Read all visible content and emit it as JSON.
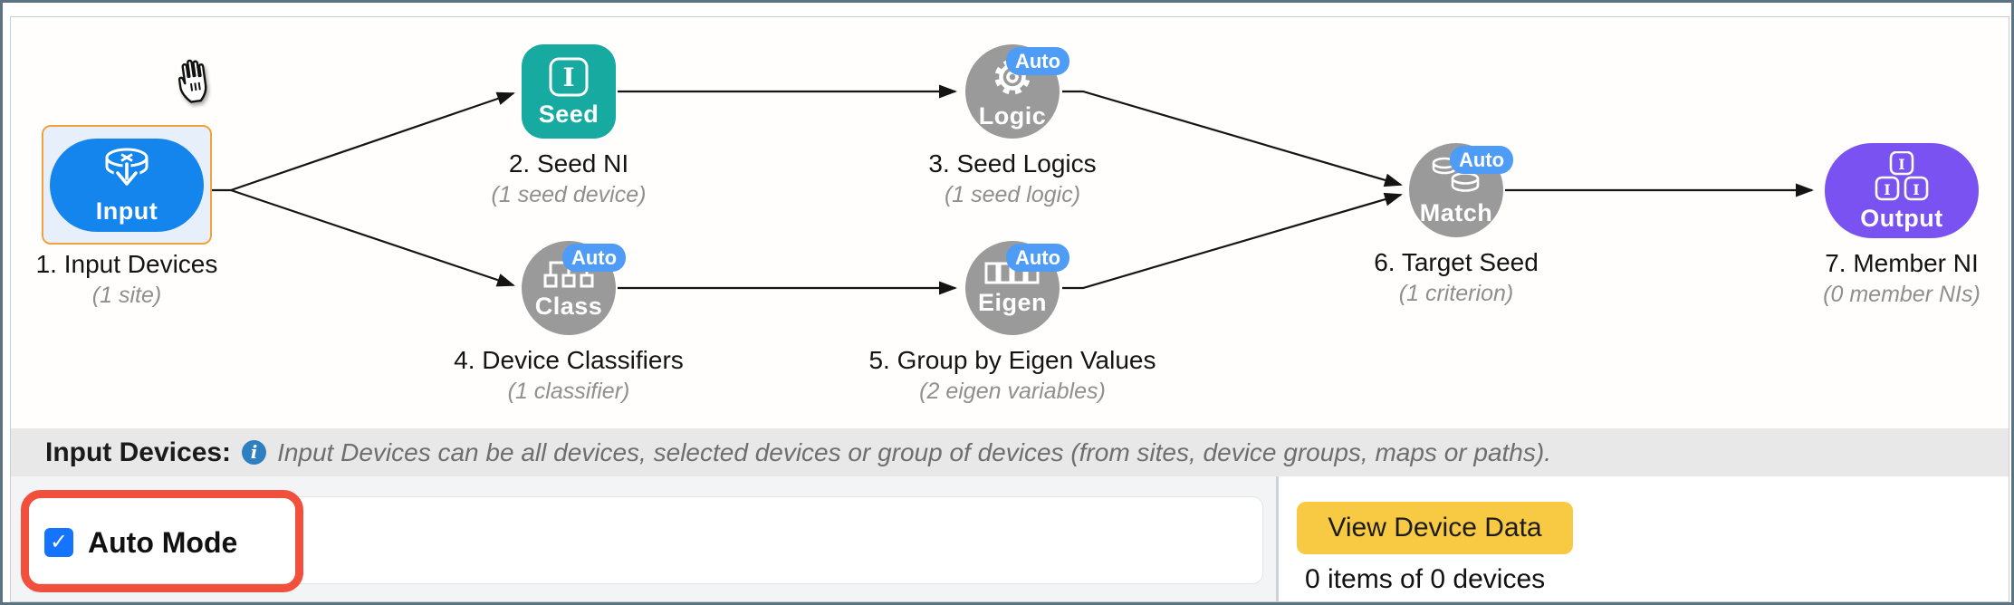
{
  "diagram": {
    "cursor_icon": "hand-grab-cursor",
    "nodes": [
      {
        "id": "input-devices",
        "label": "Input",
        "step": "1. Input Devices",
        "detail": "(1 site)",
        "selected": true,
        "color": "#1385ec"
      },
      {
        "id": "seed-ni",
        "label": "Seed",
        "step": "2. Seed NI",
        "detail": "(1 seed device)",
        "selected": false,
        "color": "#16aaa1"
      },
      {
        "id": "seed-logics",
        "label": "Logic",
        "badge": "Auto",
        "step": "3. Seed Logics",
        "detail": "(1 seed logic)",
        "selected": false,
        "color": "#9a9a9a"
      },
      {
        "id": "device-classifiers",
        "label": "Class",
        "badge": "Auto",
        "step": "4. Device Classifiers",
        "detail": "(1 classifier)",
        "selected": false,
        "color": "#9a9a9a"
      },
      {
        "id": "group-by-eigen-values",
        "label": "Eigen",
        "badge": "Auto",
        "step": "5. Group by Eigen Values",
        "detail": "(2 eigen variables)",
        "selected": false,
        "color": "#9a9a9a"
      },
      {
        "id": "target-seed",
        "label": "Match",
        "badge": "Auto",
        "step": "6. Target Seed",
        "detail": "(1 criterion)",
        "selected": false,
        "color": "#9a9a9a"
      },
      {
        "id": "member-ni",
        "label": "Output",
        "step": "7. Member NI",
        "detail": "(0 member NIs)",
        "selected": false,
        "color": "#7a52f2"
      }
    ],
    "icon_glyphs": {
      "seed_i": "I",
      "info_i": "i",
      "check": "✓"
    }
  },
  "section_header": {
    "title": "Input Devices:",
    "description": "Input Devices can be all devices, selected devices or group of devices (from sites, device groups, maps or paths)."
  },
  "auto_mode_panel": {
    "label": "Auto Mode",
    "checked": true
  },
  "device_data_panel": {
    "button_label": "View Device Data",
    "status": "0 items of 0 devices"
  },
  "colors": {
    "accent_blue": "#1385ec",
    "teal": "#16aaa1",
    "node_gray": "#9a9a9a",
    "badge_blue": "#4e9cf6",
    "purple": "#7a52f2",
    "selection_orange": "#f0a33c",
    "highlight_red": "#f0503c",
    "button_yellow": "#f8c943",
    "checkbox_blue": "#1574ff",
    "info_blue": "#2e7fc0",
    "frame": "#5b7383"
  }
}
